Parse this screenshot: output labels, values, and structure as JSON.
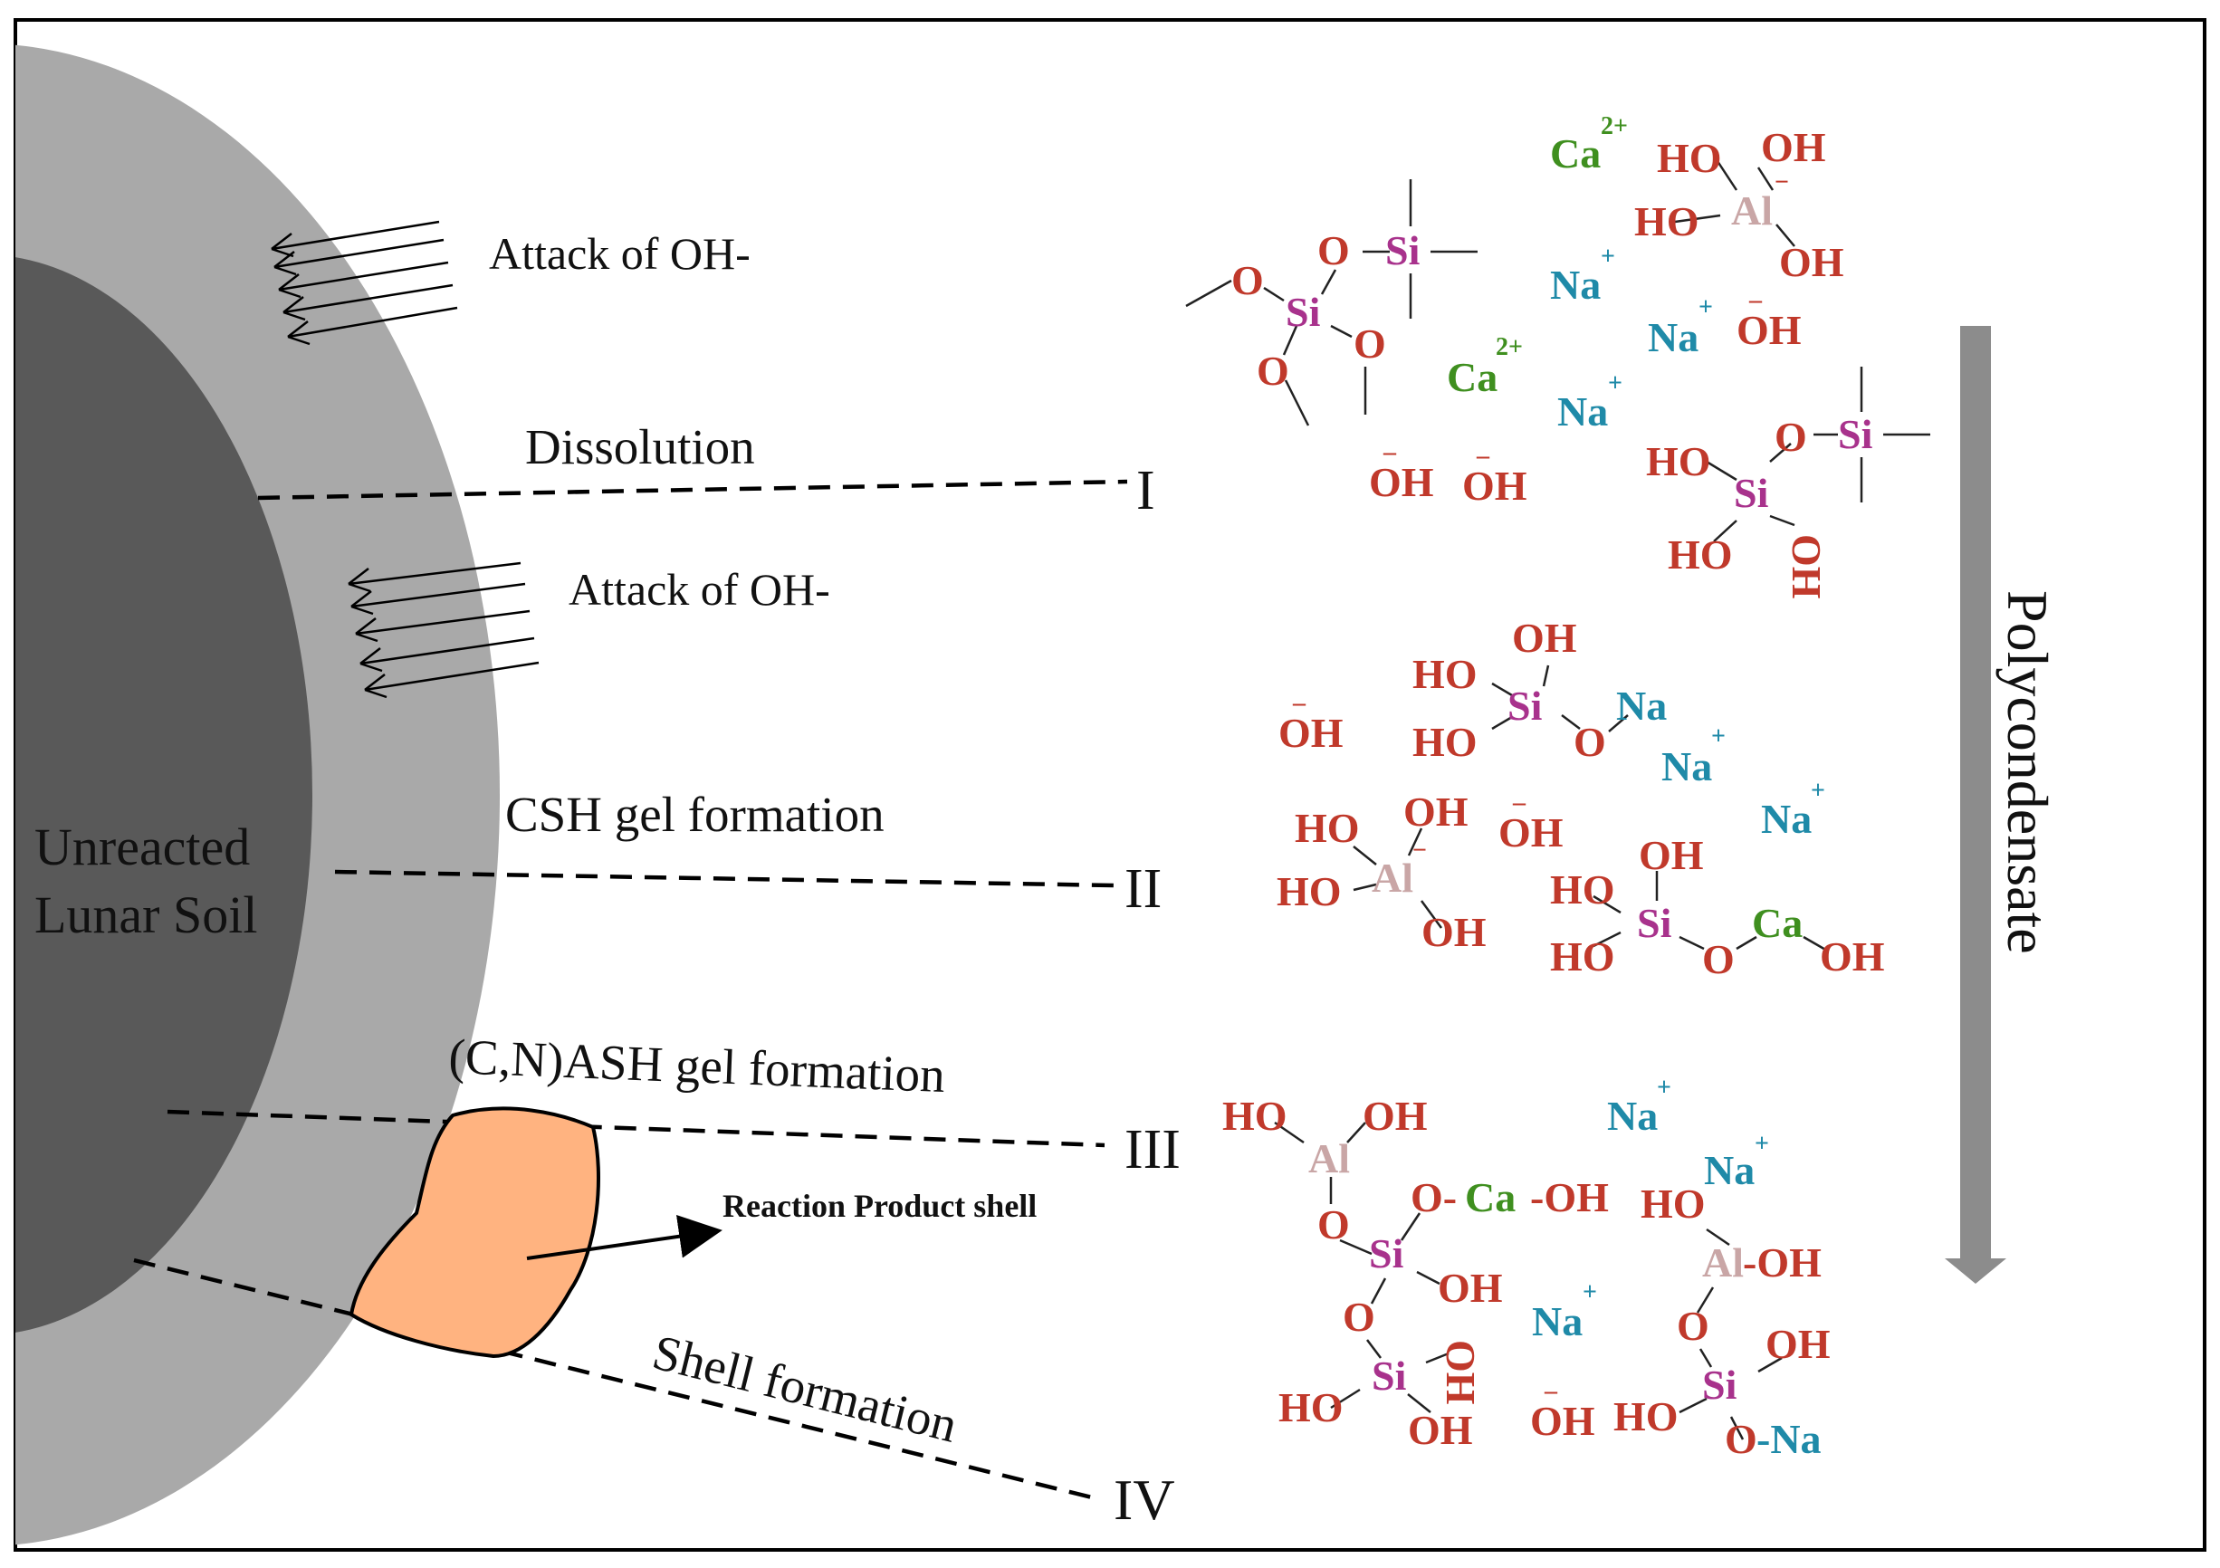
{
  "labels": {
    "attack_1": "Attack of  OH-",
    "attack_2": "Attack of  OH-",
    "dissolution": "Dissolution",
    "csh": "CSH gel formation",
    "cnash": "(C,N)ASH gel formation",
    "shell_formation": "Shell formation",
    "reaction_product": "Reaction Product shell",
    "core_line1": "Unreacted",
    "core_line2": "Lunar Soil",
    "polycondensate": "Polycondensate"
  },
  "stages": {
    "s1": "I",
    "s2": "II",
    "s3": "III",
    "s4": "IV"
  },
  "colors": {
    "oxygen": "#c0392b",
    "silicon": "#a8328c",
    "aluminum": "#c9a6a6",
    "sodium": "#1f8aa8",
    "calcium": "#3f8f1f",
    "outer_shell": "#a9a9a9",
    "inner_core": "#595959",
    "reaction_shell": "#ffb380",
    "arrow_gray": "#8c8c8c"
  },
  "chem": {
    "ca": "Ca",
    "na": "Na",
    "si": "Si",
    "al": "Al",
    "ho": "HO",
    "oh": "OH",
    "o": "O",
    "o_dash": "O-",
    "dash_oh": "-OH",
    "dash_na": "-Na",
    "o_ca_oh": "-Ca-",
    "plus": "+",
    "two_plus": "2+",
    "minus": "−",
    "neg": "–"
  }
}
